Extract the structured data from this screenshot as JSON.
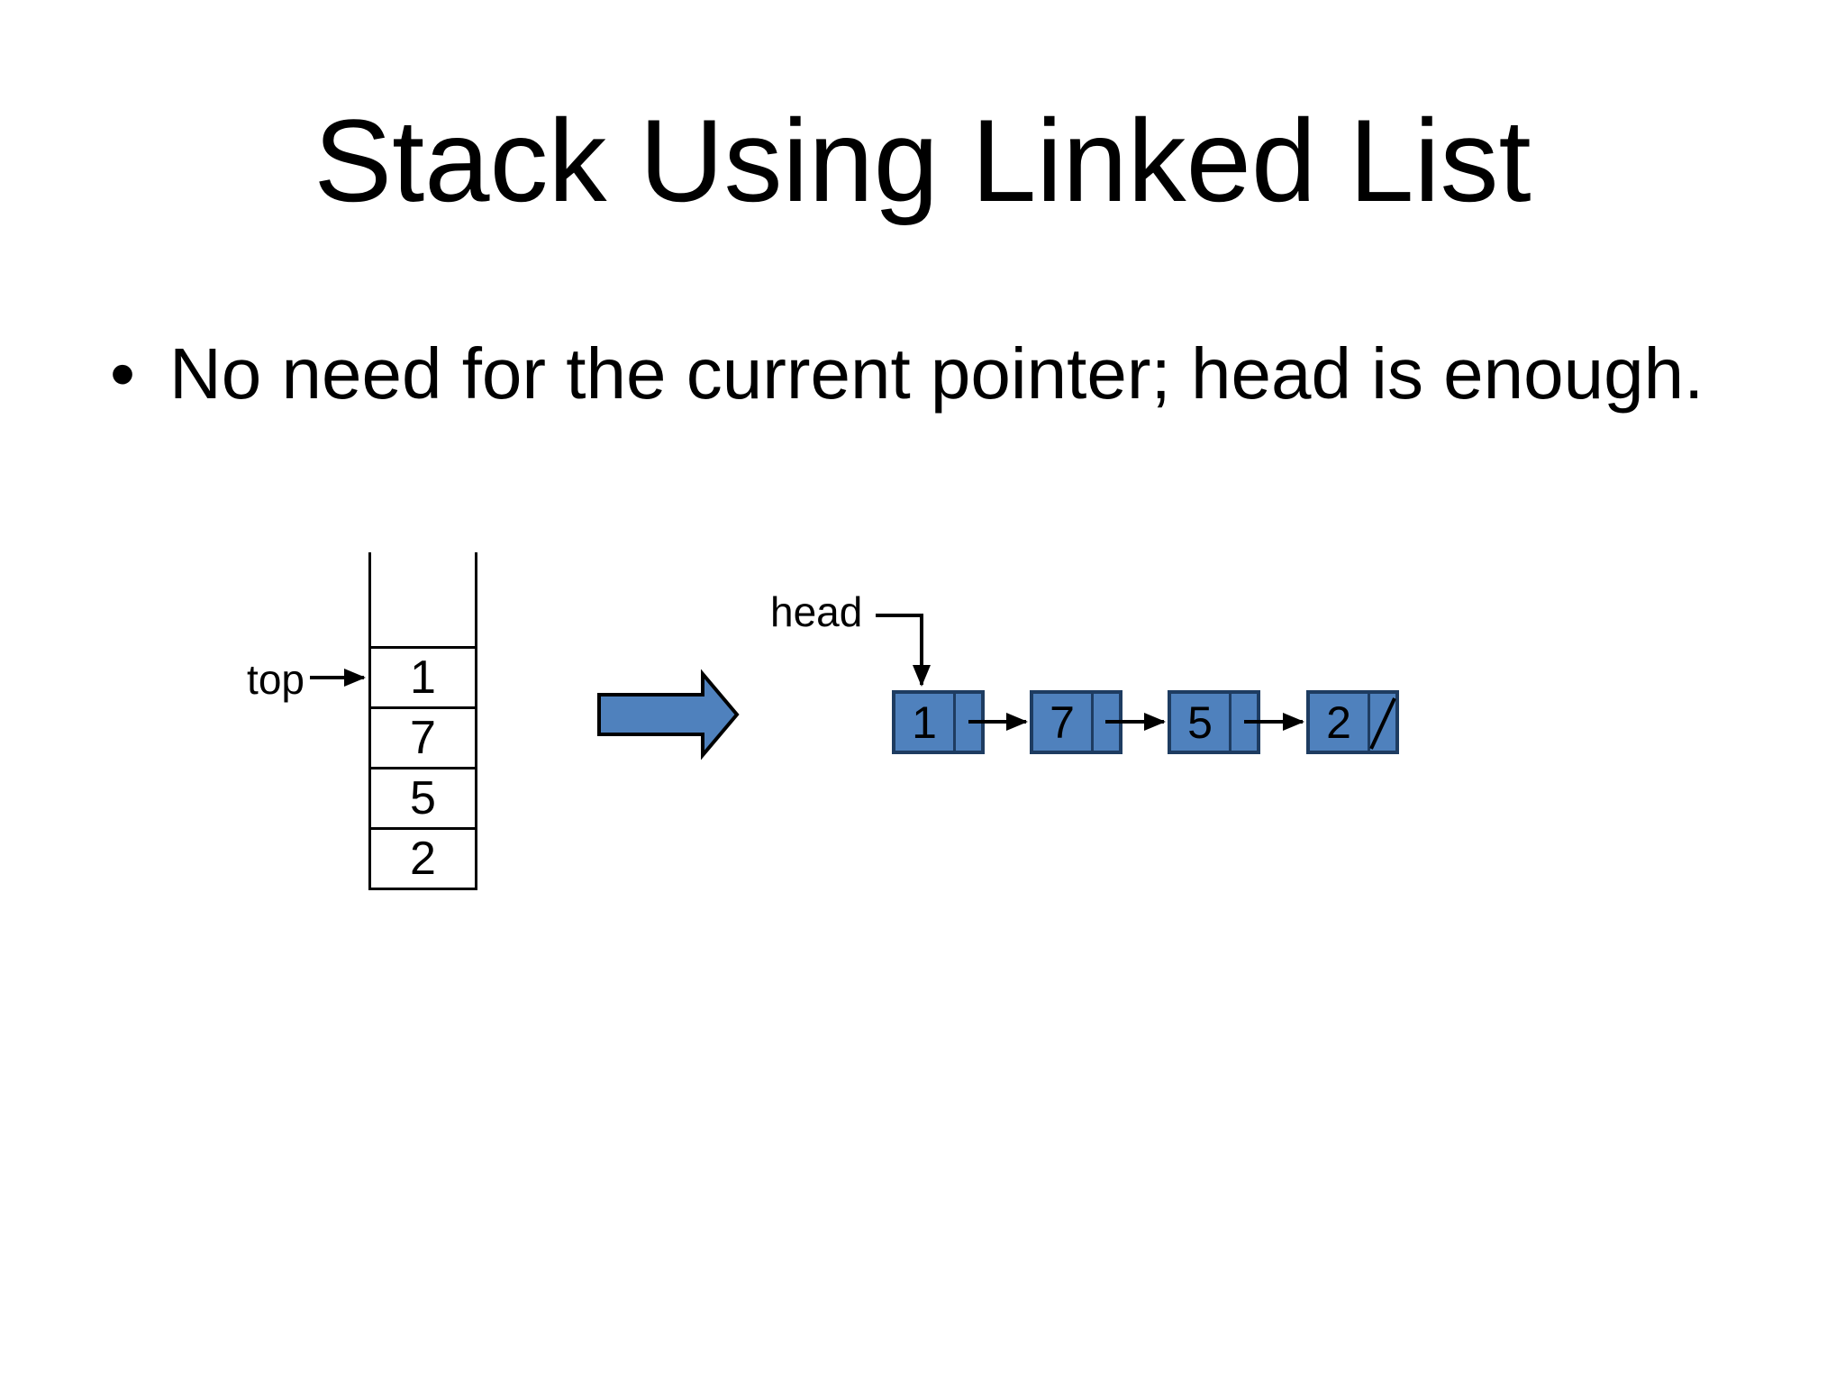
{
  "slide": {
    "title": "Stack Using Linked List",
    "bullet_marker": "•",
    "bullet_text": "No need for the current pointer; head is enough."
  },
  "colors": {
    "background": "#ffffff",
    "text_color": "#000000",
    "shape_fill_blue": "#4f81bd",
    "shape_border_navy": "#1e3c61",
    "connector_black": "#000000"
  },
  "stack_diagram": {
    "pointer_label": "top",
    "cells": [
      "1",
      "7",
      "5",
      "2"
    ]
  },
  "transform": {
    "block_arrow_direction": "right"
  },
  "linked_list_diagram": {
    "pointer_label": "head",
    "nodes": [
      {
        "value": "1",
        "next": "pointer"
      },
      {
        "value": "7",
        "next": "pointer"
      },
      {
        "value": "5",
        "next": "pointer"
      },
      {
        "value": "2",
        "next": "null-slash"
      }
    ]
  }
}
